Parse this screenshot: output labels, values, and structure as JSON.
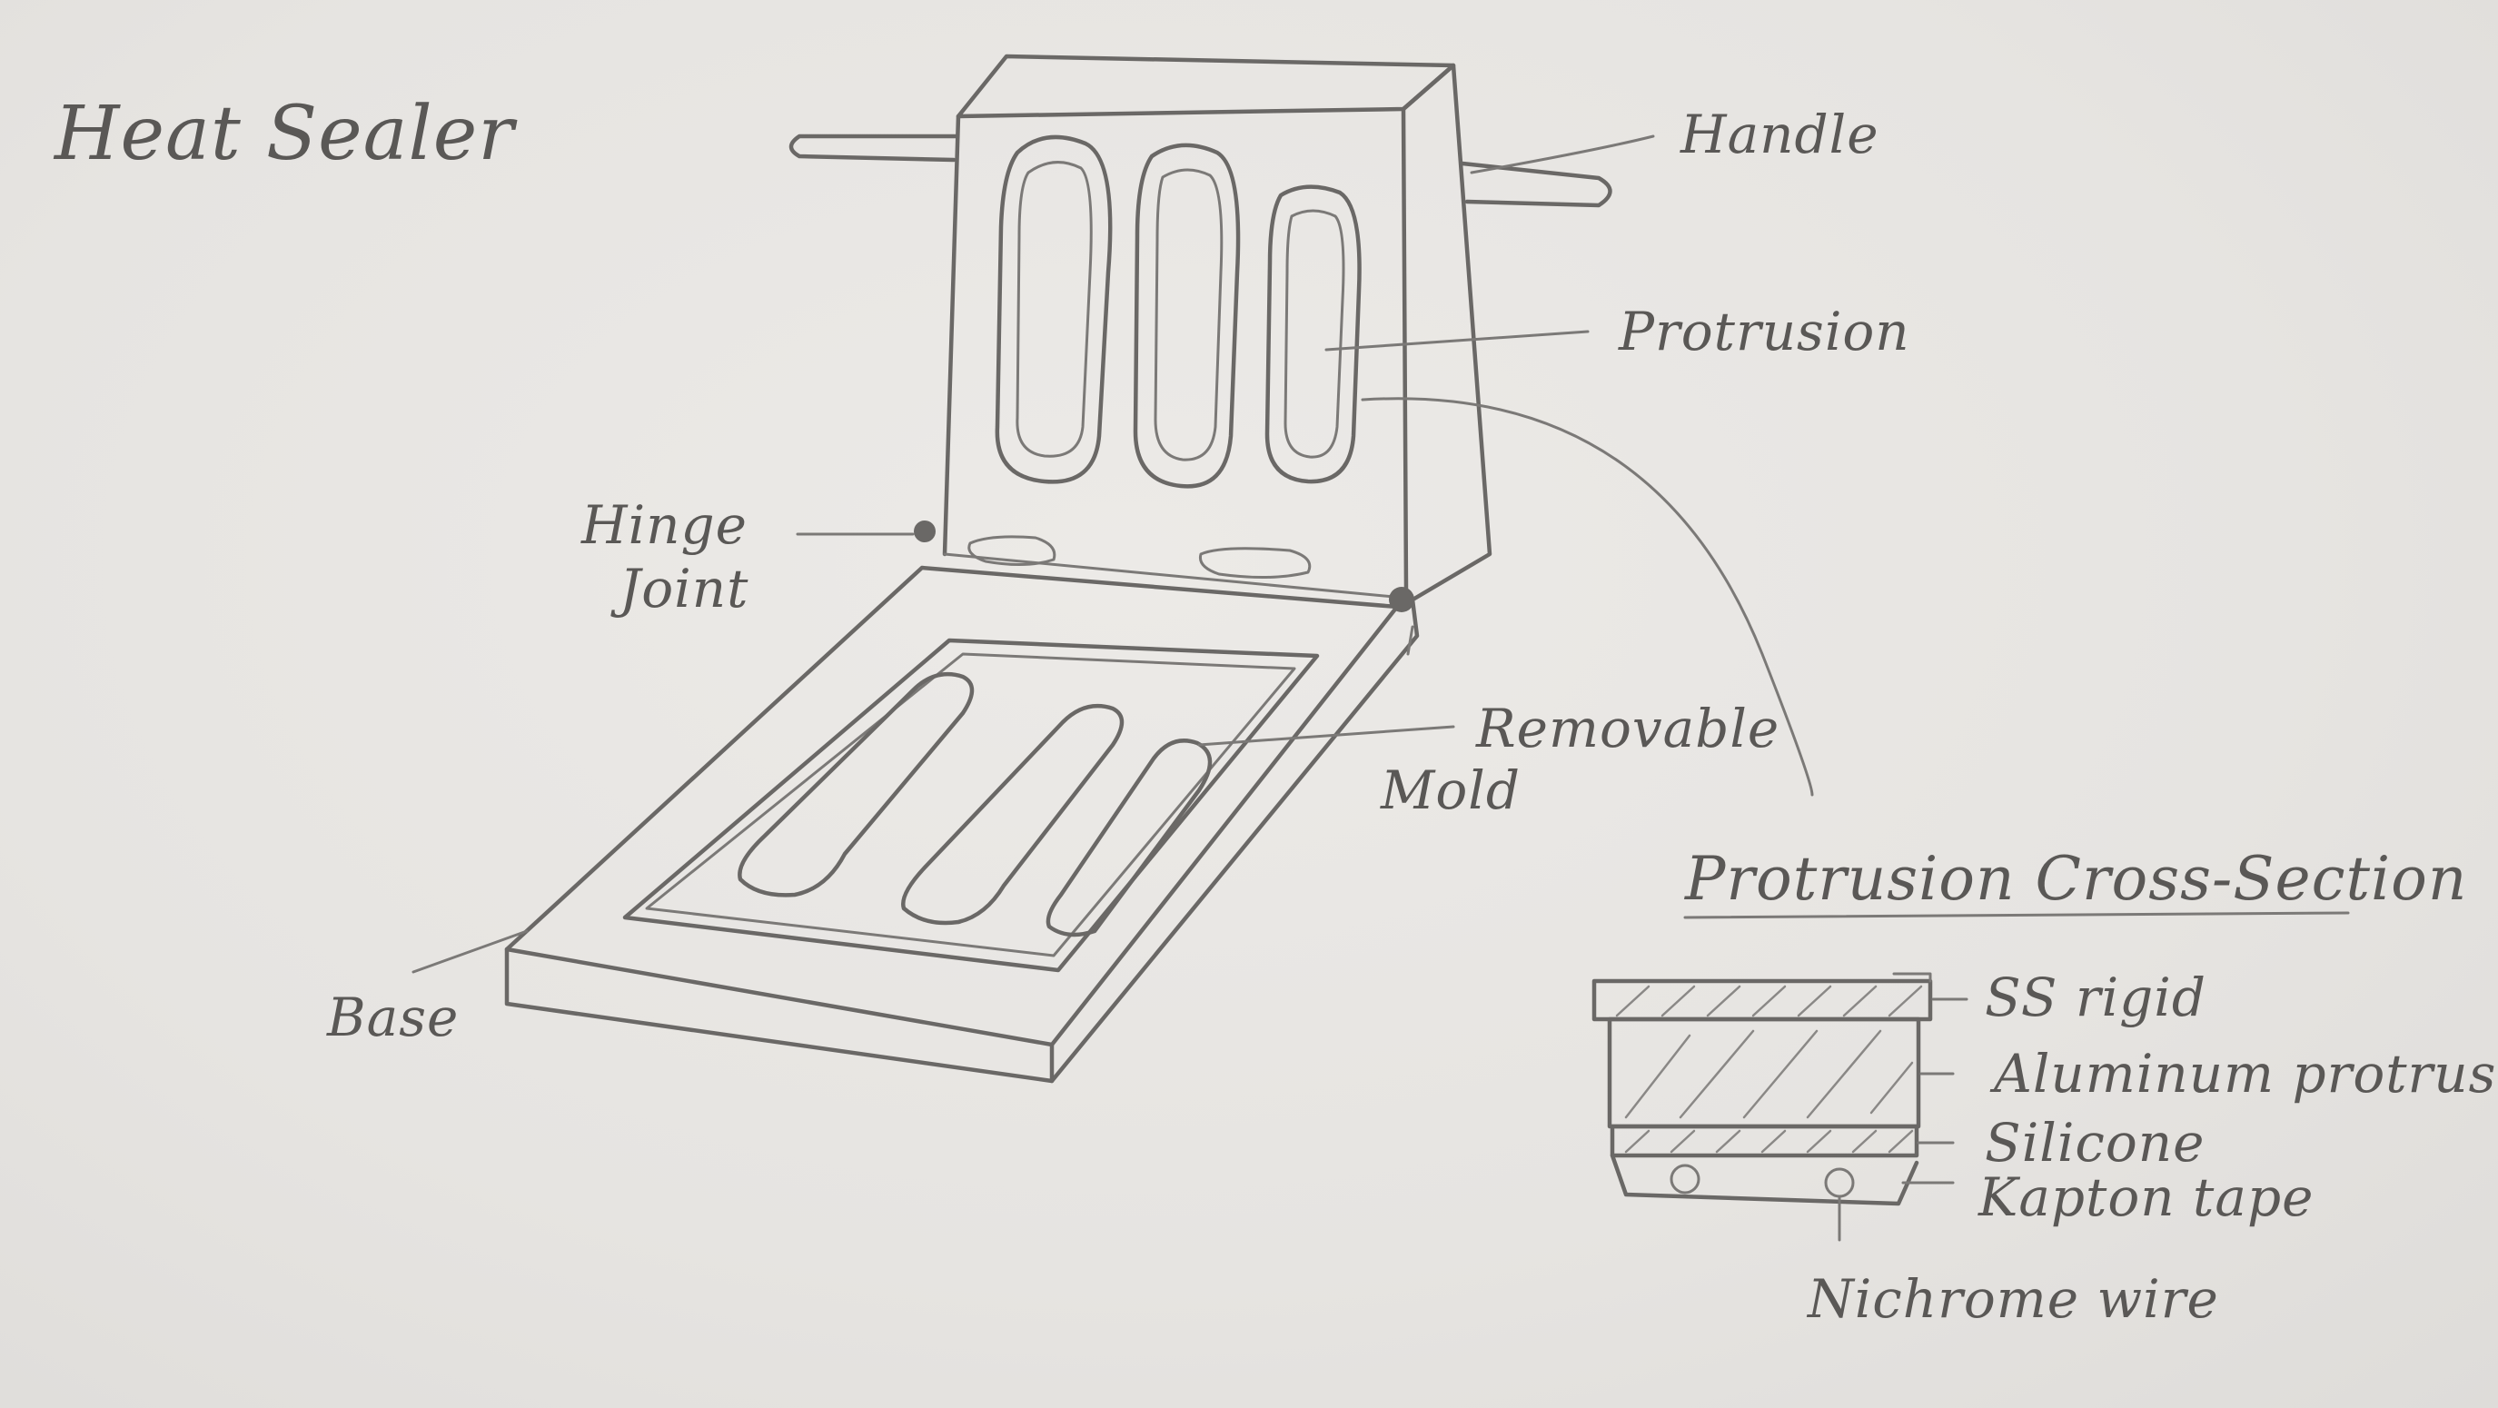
{
  "diagram": {
    "title": "Heat Sealer",
    "callouts": {
      "handle": "Handle",
      "protrusion": "Protrusion",
      "hinge_line1": "Hinge",
      "hinge_line2": "Joint",
      "removable_line1": "Removable",
      "removable_line2": "Mold",
      "base": "Base"
    },
    "cross_section": {
      "title": "Protrusion Cross-Section",
      "layers": [
        {
          "label": "SS rigid"
        },
        {
          "label": "Aluminum protrusion"
        },
        {
          "label": "Silicone"
        },
        {
          "label": "Kapton tape"
        }
      ],
      "wire_label": "Nichrome wire"
    },
    "colors": {
      "paper": "#e7e5e2",
      "pencil": "#6a6866"
    }
  }
}
